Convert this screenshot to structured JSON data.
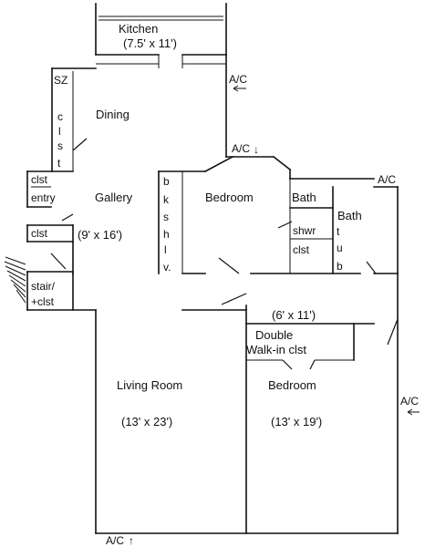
{
  "rooms": {
    "kitchen": {
      "name": "Kitchen",
      "size": "(7.5' x 11')"
    },
    "dining": {
      "name": "Dining"
    },
    "gallery": {
      "name": "Gallery",
      "size": "(9' x 16')"
    },
    "bedroom_small": {
      "name": "Bedroom"
    },
    "bath_small": {
      "name": "Bath"
    },
    "bath": {
      "name": "Bath"
    },
    "living_room": {
      "name": "Living Room",
      "size": "(13' x 23')"
    },
    "bedroom_large": {
      "name": "Bedroom",
      "size": "(13' x 19')"
    },
    "walk_in": {
      "line1": "Double",
      "line2": "Walk-in clst",
      "size": "(6' x 11')"
    }
  },
  "small_labels": {
    "sz": "SZ",
    "clst_vertical": [
      "c",
      "l",
      "s",
      "t"
    ],
    "clst_entry": "clst",
    "entry": "entry",
    "clst_gallery": "clst",
    "bkshlv": [
      "b",
      "k",
      "s",
      "h",
      "l",
      "v."
    ],
    "shwr": "shwr",
    "clst_bath": "clst",
    "tub": [
      "t",
      "u",
      "b"
    ],
    "stair_line1": "stair/",
    "stair_line2": "+clst"
  },
  "ac_labels": {
    "kitchen": "A/C",
    "hall": "A/C",
    "bath_top": "A/C",
    "right_side": "A/C",
    "bottom": "A/C"
  }
}
